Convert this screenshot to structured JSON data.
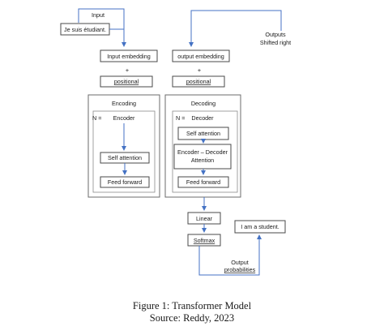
{
  "diagram": {
    "input_label": "Input",
    "input_text": "Je suis étudiant.",
    "input_embedding": "Input embedding",
    "output_embedding": "output embedding",
    "plus_left": "+",
    "plus_right": "+",
    "positional_left": "positional",
    "positional_right": "positional",
    "encoding_title": "Encoding",
    "decoding_title": "Decoding",
    "n_enc": "N =",
    "encoder": "Encoder",
    "n_dec": "N =",
    "decoder": "Decoder",
    "self_attention_enc": "Self attention",
    "feed_forward_enc": "Feed forward",
    "self_attention_dec": "Self attention",
    "enc_dec_line1": "Encoder – Decoder",
    "enc_dec_line2": "Attention",
    "feed_forward_dec": "Feed forward",
    "outputs_line1": "Outputs",
    "outputs_line2": "Shifted right",
    "linear": "Linear",
    "softmax": "Softmax",
    "result": "I am a student.",
    "output_prob_line1": "Output",
    "output_prob_line2": "probabilities",
    "colors": {
      "arrow": "#4472c4",
      "box_border": "#4a4a4a"
    }
  },
  "caption": {
    "line1": "Figure 1: Transformer Model",
    "line2": "Source: Reddy, 2023"
  }
}
